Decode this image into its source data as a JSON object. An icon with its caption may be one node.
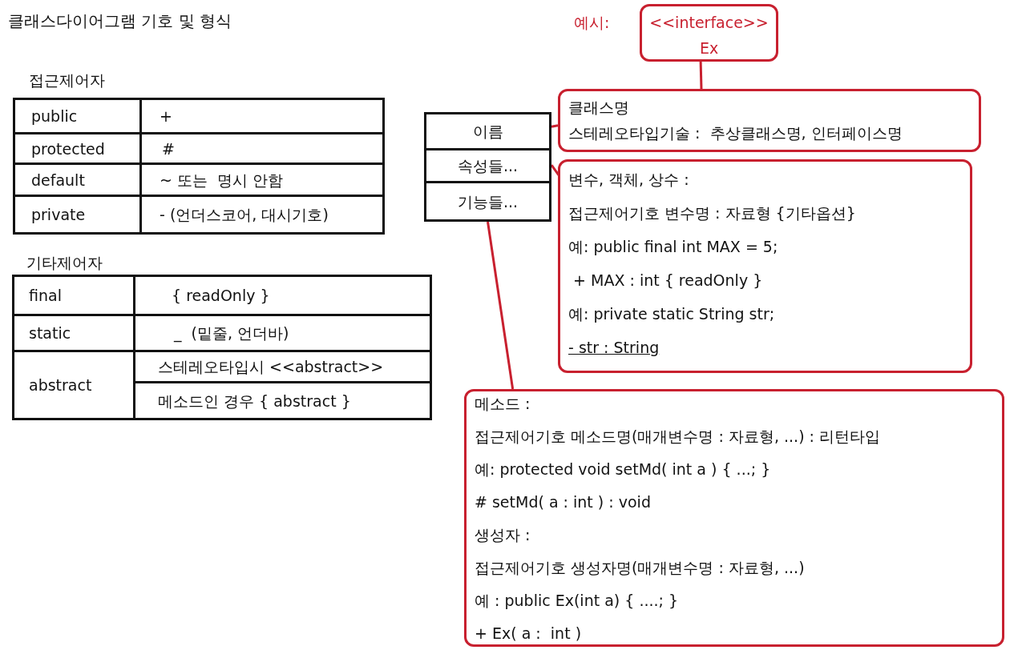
{
  "diagram": {
    "title": "클래스다이어그램 기호 및 형식",
    "nodes": [
      {
        "text": [
          "이름"
        ]
      },
      {
        "text": [
          "속성들..."
        ]
      },
      {
        "text": [
          "기능들..."
        ]
      },
      {
        "text": [
          "<<interface>>",
          "Ex"
        ]
      },
      {
        "text": [
          "클래스명",
          "스테레오타입기술 :  추상클래스명, 인터페이스명"
        ]
      },
      {
        "text": [
          "변수, 객체, 상수 :",
          "접근제어기호 변수명 : 자료형 {기타옵션}",
          "예: public final int MAX = 5;",
          " + MAX : int { readOnly }",
          "예: private static String str;",
          "- str : String"
        ]
      },
      {
        "text": [
          "메소드 :",
          "접근제어기호 메소드명(매개변수명 : 자료형, ...) : 리턴타입",
          "예: protected void setMd( int a ) { ...; }",
          "# setMd( a : int ) : void",
          "생성자 :",
          "접근제어기호 생성자명(매개변수명 : 자료형, ...)",
          "예 : public Ex(int a) { ....; }",
          "+ Ex( a :  int )"
        ]
      }
    ],
    "edges": [
      {
        "from": 3,
        "to": 4,
        "arrow": "none"
      },
      {
        "from": 0,
        "to": 4,
        "arrow": "none"
      },
      {
        "from": 1,
        "to": 5,
        "arrow": "none"
      },
      {
        "from": 2,
        "to": 6,
        "arrow": "none"
      }
    ],
    "labels": [
      "접근제어자",
      "public",
      "+",
      "protected",
      "#",
      "default",
      "~ 또는  명시 안함",
      "private",
      "- (언더스코어, 대시기호)",
      "기타제어자",
      "final",
      "{ readOnly }",
      "static",
      "_  (밑줄, 언더바)",
      "abstract",
      "스테레오타입시 <<abstract>>",
      "메소드인 경우 { abstract }",
      "예시:"
    ]
  }
}
